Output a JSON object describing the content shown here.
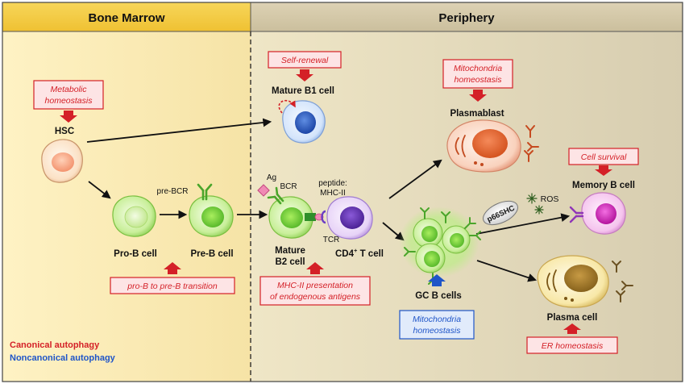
{
  "headers": {
    "bone_marrow": "Bone Marrow",
    "periphery": "Periphery"
  },
  "cells": {
    "hsc": "HSC",
    "pro_b": "Pro-B cell",
    "pre_b": "Pre-B cell",
    "mature_b1": "Mature B1 cell",
    "mature_b2_line1": "Mature",
    "mature_b2_line2": "B2 cell",
    "cd4_t": "CD4",
    "cd4_t_sup": "+",
    "cd4_t_rest": " T cell",
    "plasmablast": "Plasmablast",
    "gc_b": "GC B cells",
    "memory_b": "Memory B cell",
    "plasma": "Plasma cell"
  },
  "labels": {
    "pre_bcr": "pre-BCR",
    "ag": "Ag",
    "bcr": "BCR",
    "peptide_line1": "peptide:",
    "peptide_line2": "MHC-II",
    "tcr": "TCR",
    "ros": "ROS",
    "p66shc": "p66SHC"
  },
  "processes": {
    "metabolic_line1": "Metabolic",
    "metabolic_line2": "homeostasis",
    "self_renewal": "Self-renewal",
    "mito_top_line1": "Mitochondria",
    "mito_top_line2": "homeostasis",
    "cell_survival": "Cell survival",
    "pro_to_pre": "pro-B to pre-B transition",
    "mhc_line1": "MHC-II presentation",
    "mhc_line2": "of endogenous antigens",
    "mito_gc_line1": "Mitochondria",
    "mito_gc_line2": "homeostasis",
    "er": "ER homeostasis"
  },
  "legend": {
    "canonical": "Canonical autophagy",
    "noncanonical": "Noncanonical autophagy"
  },
  "colors": {
    "canonical": "#d42027",
    "noncanonical": "#1f55c8",
    "header": "#f3c83a",
    "bone_marrow_bg": "#fbeab0",
    "periphery_bg": "#e6dcc0",
    "box_fill": "#fde4e5"
  }
}
